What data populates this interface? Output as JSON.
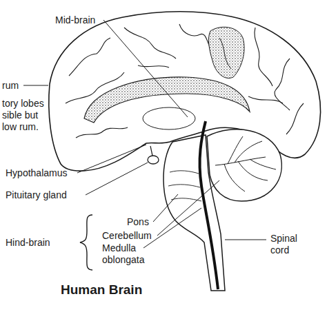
{
  "diagram": {
    "caption": "Human Brain",
    "labels": [
      "Mid-brain",
      "rum",
      "tory lobes sible but low rum.",
      "Hypothalamus",
      "Pituitary gland",
      "Hind-brain",
      "Pons",
      "Cerebellum",
      "Medulla oblongata",
      "Spinal cord"
    ]
  }
}
